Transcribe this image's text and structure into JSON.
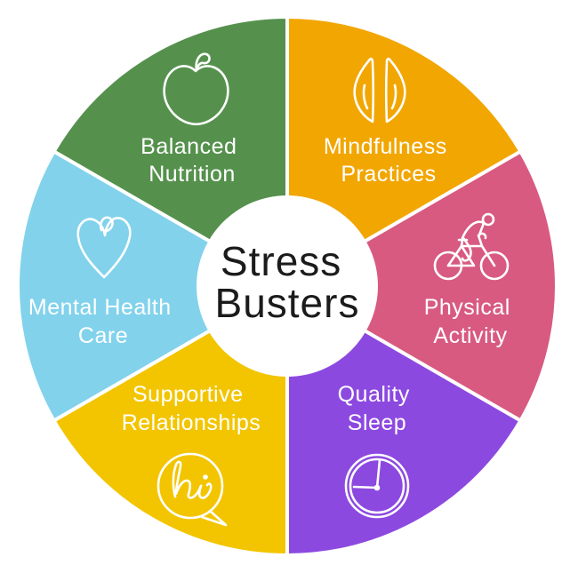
{
  "title": "Stress Busters",
  "center": {
    "title_lines": [
      "Stress",
      "Busters"
    ],
    "text_color": "#1b1b1b",
    "bg_color": "#ffffff"
  },
  "label_text_color": "#ffffff",
  "icon_color": "#ffffff",
  "segments": [
    {
      "label": "Balanced Nutrition",
      "label_lines": [
        "Balanced",
        "Nutrition"
      ],
      "color": "#55914d",
      "icon": "apple-icon",
      "position": "top-left"
    },
    {
      "label": "Mindfulness Practices",
      "label_lines": [
        "Mindfulness",
        "Practices"
      ],
      "color": "#f2a602",
      "icon": "praying-hands-icon",
      "position": "top-right"
    },
    {
      "label": "Physical Activity",
      "label_lines": [
        "Physical",
        "Activity"
      ],
      "color": "#d85a80",
      "icon": "cyclist-icon",
      "position": "right"
    },
    {
      "label": "Quality Sleep",
      "label_lines": [
        "Quality",
        "Sleep"
      ],
      "color": "#8c49e0",
      "icon": "clock-icon",
      "position": "bottom-right"
    },
    {
      "label": "Supportive Relationships",
      "label_lines": [
        "Supportive",
        "Relationships"
      ],
      "color": "#f2c500",
      "icon": "speech-bubble-hi-icon",
      "position": "bottom-left"
    },
    {
      "label": "Mental Health Care",
      "label_lines": [
        "Mental Health",
        "Care"
      ],
      "color": "#82d2ec",
      "icon": "heart-icon",
      "position": "left"
    }
  ]
}
